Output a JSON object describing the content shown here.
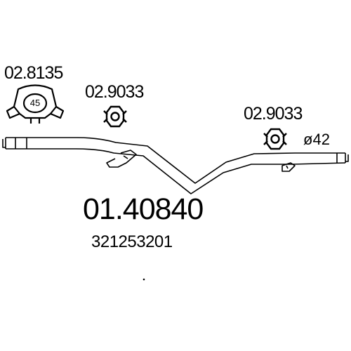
{
  "labels": {
    "clamp_part": "02.8135",
    "clamp_size": "45",
    "hanger_part_1": "02.9033",
    "hanger_part_2": "02.9033",
    "diameter_symbol": "ø",
    "diameter_value": "42",
    "main_part_number": "01.40840",
    "oem_number": "321253201"
  },
  "colors": {
    "line": "#000000",
    "background": "#ffffff"
  }
}
